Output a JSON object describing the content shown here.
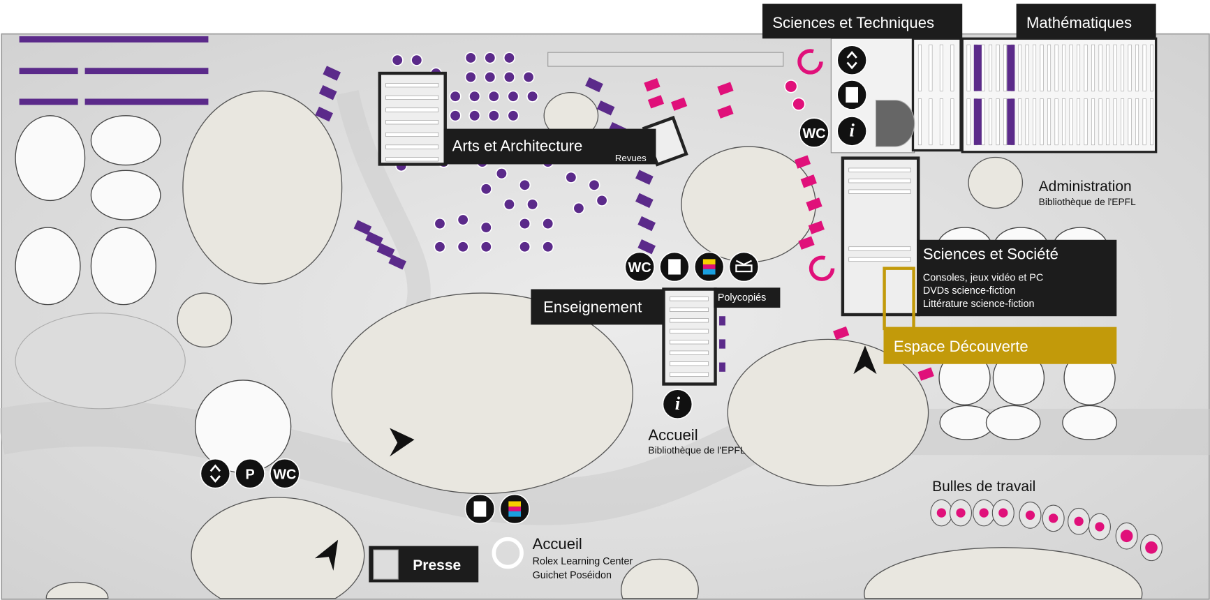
{
  "colors": {
    "purple": "#5b2a8a",
    "magenta": "#e0107a",
    "gold": "#c29a0a",
    "patio": "#e9e7e0",
    "floor": "#d9d9d9",
    "label_bg": "#1c1c1c"
  },
  "sections": {
    "sciences_techniques": "Sciences et Techniques",
    "mathematiques": "Mathématiques",
    "arts_architecture": "Arts et Architecture",
    "revues": "Revues",
    "administration": "Administration",
    "administration_sub": "Bibliothèque de l'EPFL",
    "sciences_societe": "Sciences et Société",
    "sciences_societe_items": [
      "Consoles, jeux vidéo et PC",
      "DVDs science-fiction",
      "Littérature science-fiction"
    ],
    "espace_decouverte": "Espace Découverte",
    "enseignement": "Enseignement",
    "polycopies": "Polycopiés",
    "accueil_biblio": "Accueil",
    "accueil_biblio_sub": "Bibliothèque de l'EPFL",
    "accueil_rolex": "Accueil",
    "accueil_rolex_sub1": "Rolex Learning Center",
    "accueil_rolex_sub2": "Guichet Poséidon",
    "presse": "Presse",
    "bulles": "Bulles de travail"
  },
  "icons": {
    "wc": "WC",
    "parking": "P",
    "info": "i"
  }
}
